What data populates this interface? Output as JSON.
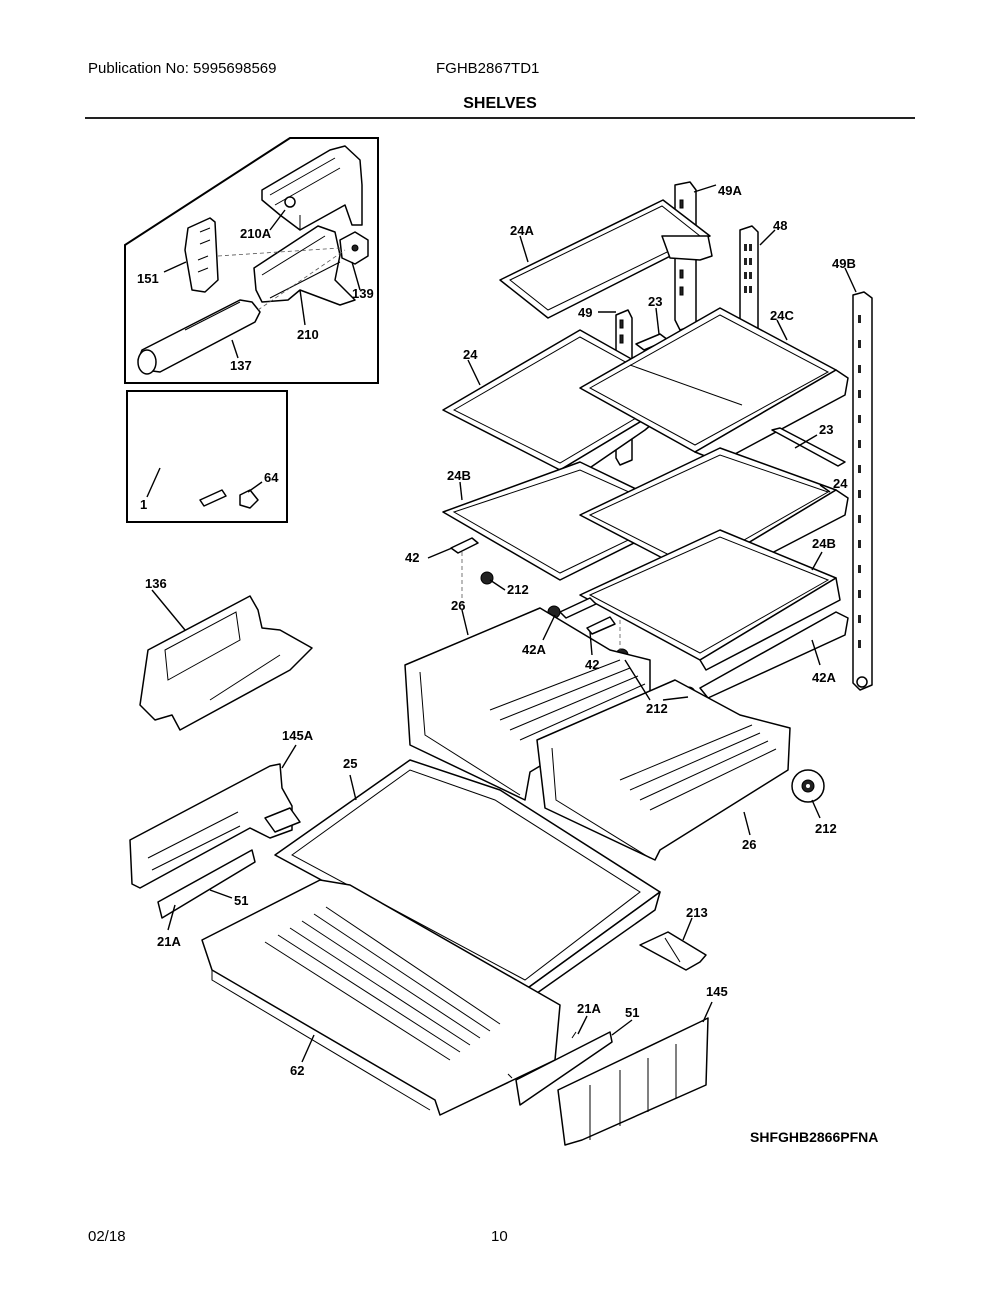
{
  "header": {
    "publication": "Publication No: 5995698569",
    "model": "FGHB2867TD1",
    "section_title": "SHELVES"
  },
  "footer": {
    "date": "02/18",
    "page_number": "10"
  },
  "diagram": {
    "drawing_code": "SHFGHB2866PFNA",
    "inset_water_filter": {
      "labels": [
        "210A",
        "151",
        "139",
        "210",
        "137"
      ]
    },
    "inset_water_line": {
      "labels": [
        "1",
        "64"
      ]
    },
    "part_labels": {
      "p49A": "49A",
      "p48": "48",
      "p24A": "24A",
      "p49B": "49B",
      "p49": "49",
      "p23a": "23",
      "p24C": "24C",
      "p24a": "24",
      "p23b": "23",
      "p24B_a": "24B",
      "p24b": "24",
      "p42a": "42",
      "p24B_b": "24B",
      "p136": "136",
      "p212a": "212",
      "p26a": "26",
      "p42A_a": "42A",
      "p42b": "42",
      "p42A_b": "42A",
      "p212b": "212",
      "p145A": "145A",
      "p25": "25",
      "p212c": "212",
      "p26b": "26",
      "p51a": "51",
      "p21A_a": "21A",
      "p213": "213",
      "p145": "145",
      "p21A_b": "21A",
      "p51b": "51",
      "p62": "62"
    }
  }
}
